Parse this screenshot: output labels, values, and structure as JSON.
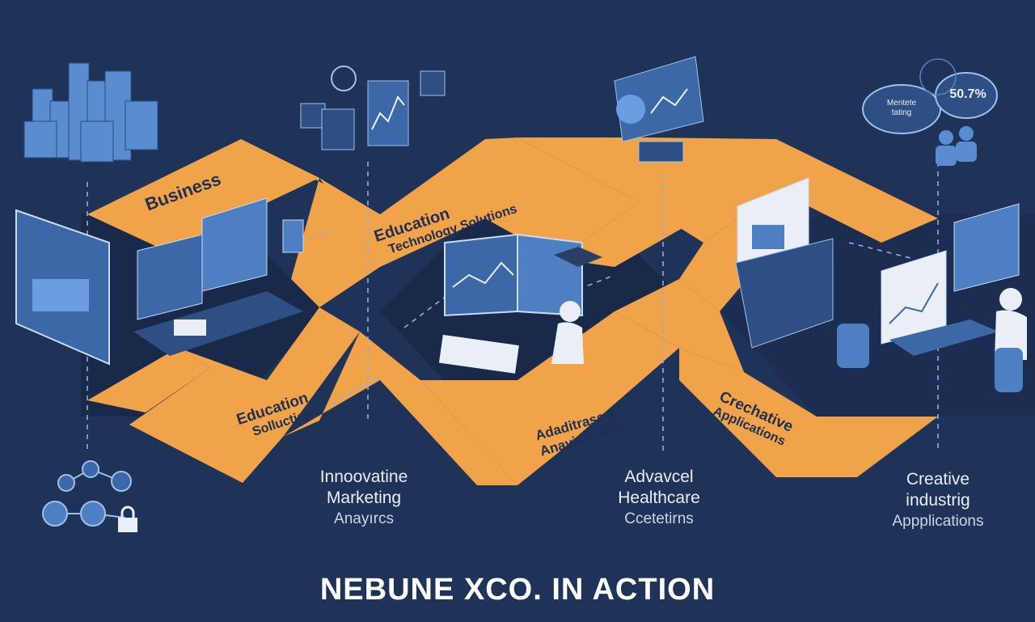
{
  "ribbon_labels": {
    "business": "Business",
    "education_tech_1": "Education",
    "education_tech_2": "Technology Solutions",
    "education_solutions_1": "Education",
    "education_solutions_2": "Solluctions",
    "advanced_tools_1": "Adaditrass &",
    "advanced_tools_2": "Anayisis Tols",
    "creative_ribbon_1": "Crechative",
    "creative_ribbon_2": "Applications"
  },
  "bottom_labels": [
    {
      "line1": "Innoovatine",
      "line2": "Marketing",
      "line3": "Anayırcs"
    },
    {
      "line1": "Advavcel",
      "line2": "Healthcare",
      "line3": "Ccetetirns"
    },
    {
      "line1": "Creative",
      "line2": "industrig",
      "line3": "Appplications"
    }
  ],
  "chat_bubble": {
    "text_line1": "Mentete",
    "text_line2": "tating",
    "stat": "50.7%"
  },
  "footer": {
    "title": "NEBUNE XCO. IN ACTION"
  },
  "colors": {
    "background": "#1f3358",
    "ribbon": "#f1a34a",
    "panel": "#2d4f84",
    "accent": "#4d7fc2",
    "text": "#e9eef7"
  },
  "icons": [
    "city-buildings-icon",
    "analytics-screens-icon",
    "dashboard-monitor-icon",
    "chat-bubble-icon",
    "people-icon",
    "network-nodes-icon",
    "lock-icon",
    "person-workstation-icon"
  ]
}
